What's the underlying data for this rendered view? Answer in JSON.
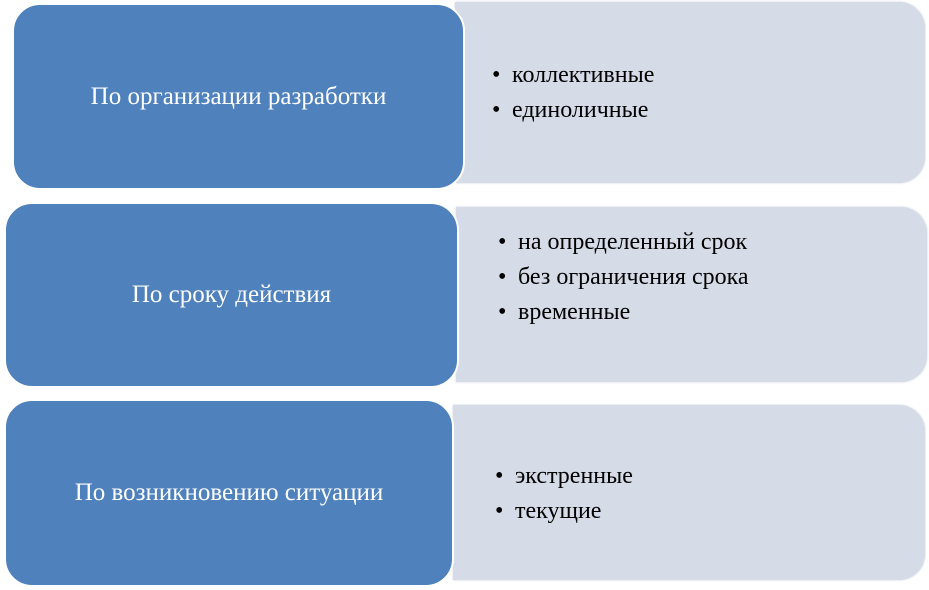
{
  "colors": {
    "category": "#4f81bd",
    "items": "#d5dbe7"
  },
  "rows": [
    {
      "title": "По организации разработки",
      "items": [
        "коллективные",
        "единоличные"
      ]
    },
    {
      "title": "По сроку  действия",
      "items": [
        "на определенный срок",
        "без ограничения срока",
        "временные"
      ]
    },
    {
      "title": "По возникновению ситуации",
      "items": [
        "экстренные",
        "текущие"
      ]
    }
  ]
}
